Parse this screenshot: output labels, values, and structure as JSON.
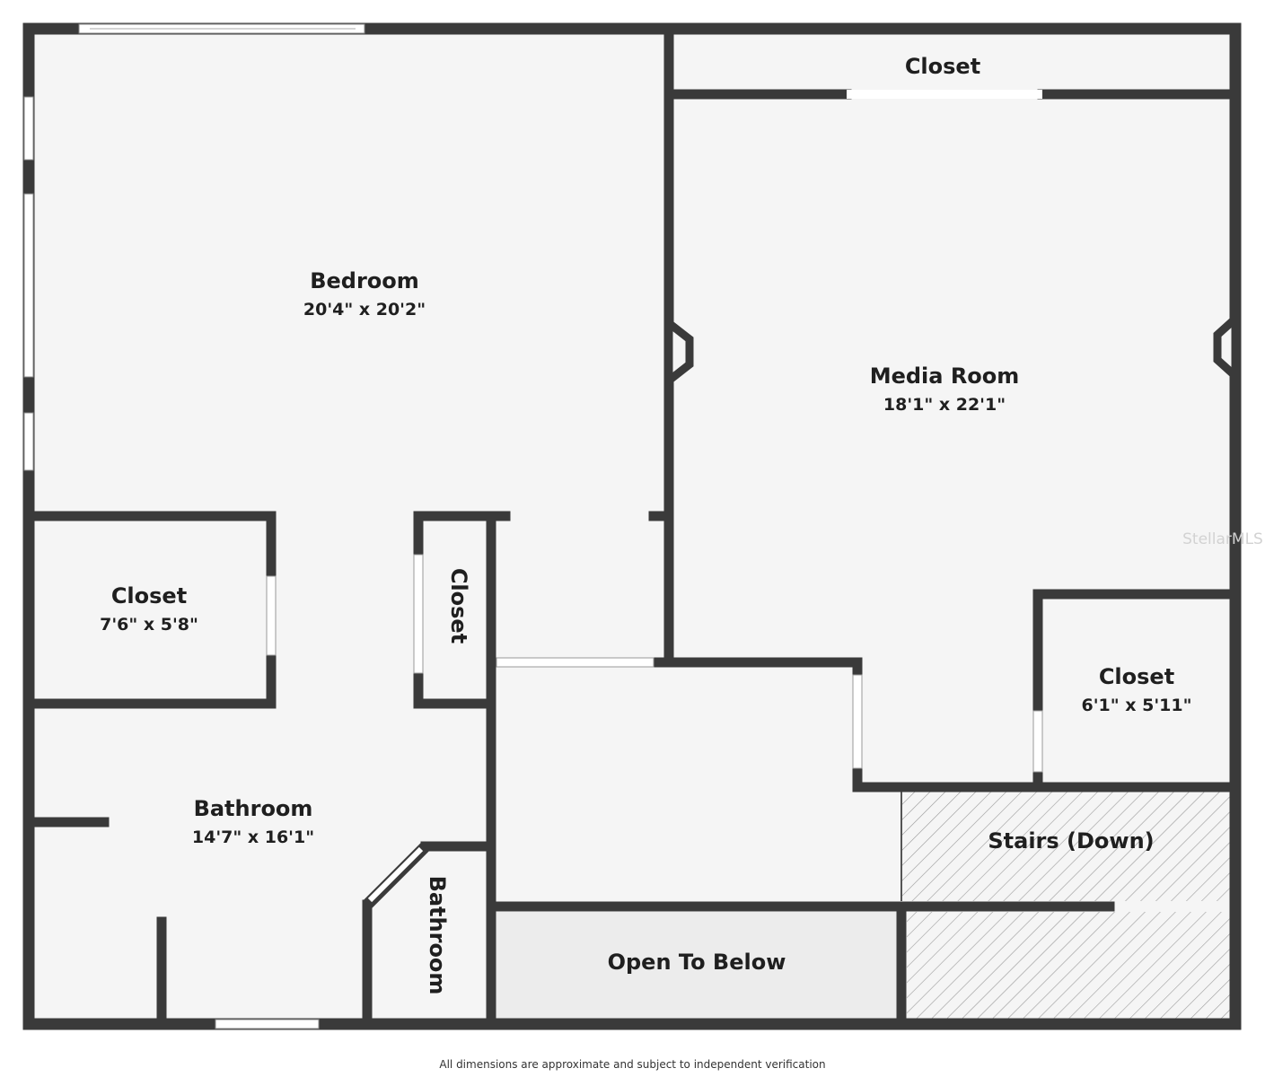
{
  "rooms": {
    "bedroom": {
      "name": "Bedroom",
      "dims": "20'4\" x 20'2\""
    },
    "media_room": {
      "name": "Media Room",
      "dims": "18'1\" x 22'1\""
    },
    "closet_top": {
      "name": "Closet"
    },
    "closet_left": {
      "name": "Closet",
      "dims": "7'6\" x 5'8\""
    },
    "closet_small": {
      "name": "Closet"
    },
    "closet_right": {
      "name": "Closet",
      "dims": "6'1\" x 5'11\""
    },
    "bathroom": {
      "name": "Bathroom",
      "dims": "14'7\" x 16'1\""
    },
    "bathroom_small": {
      "name": "Bathroom"
    },
    "stairs": {
      "name": "Stairs (Down)"
    },
    "open_to_below": {
      "name": "Open To Below"
    }
  },
  "watermark": "StellarMLS",
  "disclaimer": "All dimensions are approximate and subject to independent verification",
  "colors": {
    "wall": "#3a3a3a",
    "floor": "#f5f5f5",
    "open_to_below": "#ececec",
    "hatch": "#9a9a9a"
  }
}
